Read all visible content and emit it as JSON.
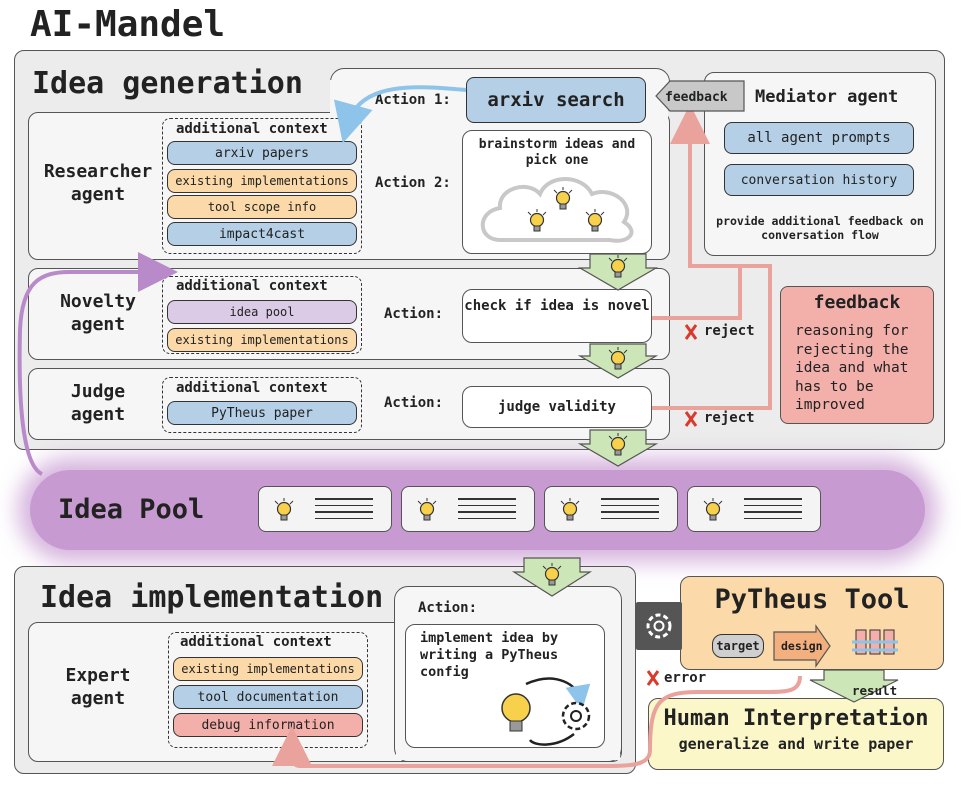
{
  "title": "AI-Mandel",
  "idea_generation": {
    "title": "Idea generation",
    "researcher": {
      "name": "Researcher agent",
      "context_title": "additional context",
      "context": [
        "arxiv papers",
        "existing implementations",
        "tool scope info",
        "impact4cast"
      ],
      "action1_label": "Action 1:",
      "action1": "arxiv search",
      "action2_label": "Action 2:",
      "action2": "brainstorm ideas and pick one"
    },
    "novelty": {
      "name": "Novelty agent",
      "context_title": "additional context",
      "context": [
        "idea pool",
        "existing implementations"
      ],
      "action_label": "Action:",
      "action": "check if idea is novel",
      "reject": "reject"
    },
    "judge": {
      "name": "Judge agent",
      "context_title": "additional context",
      "context": [
        "PyTheus paper"
      ],
      "action_label": "Action:",
      "action": "judge validity",
      "reject": "reject"
    },
    "mediator": {
      "name": "Mediator agent",
      "feedback_tag": "feedback",
      "items": [
        "all agent prompts",
        "conversation history"
      ],
      "note": "provide additional feedback on conversation flow"
    },
    "feedback_box": {
      "title": "feedback",
      "text": "reasoning for rejecting the idea and what has to be improved"
    }
  },
  "idea_pool": {
    "title": "Idea Pool",
    "count": 4
  },
  "idea_implementation": {
    "title": "Idea implementation",
    "expert": {
      "name": "Expert agent",
      "context_title": "additional context",
      "context": [
        "existing implementations",
        "tool documentation",
        "debug information"
      ],
      "action_label": "Action:",
      "action": "implement idea by writing a PyTheus config"
    },
    "error": "error"
  },
  "pytheus": {
    "title": "PyTheus Tool",
    "target": "target",
    "design": "design",
    "result": "result"
  },
  "human": {
    "title": "Human Interpretation",
    "subtitle": "generalize and write paper"
  },
  "colors": {
    "blue": "#b4cfe6",
    "orange": "#fbd9a8",
    "purple": "#dccbe6",
    "red": "#f3b0ab",
    "green": "#cde6b8",
    "pool": "#c79ad1",
    "pytheus": "#fbd9a8",
    "human": "#fbf7c9"
  }
}
